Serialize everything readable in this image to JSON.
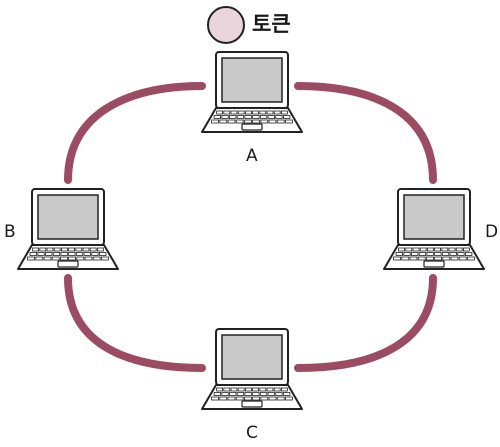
{
  "token": {
    "label": "토큰",
    "color": "#ebd5dc"
  },
  "ring": {
    "color": "#9b4c62"
  },
  "nodes": [
    {
      "id": "a",
      "label": "A"
    },
    {
      "id": "b",
      "label": "B"
    },
    {
      "id": "c",
      "label": "C"
    },
    {
      "id": "d",
      "label": "D"
    }
  ],
  "laptop": {
    "screen_color": "#c9c9c9",
    "body_color": "#ffffff",
    "outline_color": "#222222"
  }
}
